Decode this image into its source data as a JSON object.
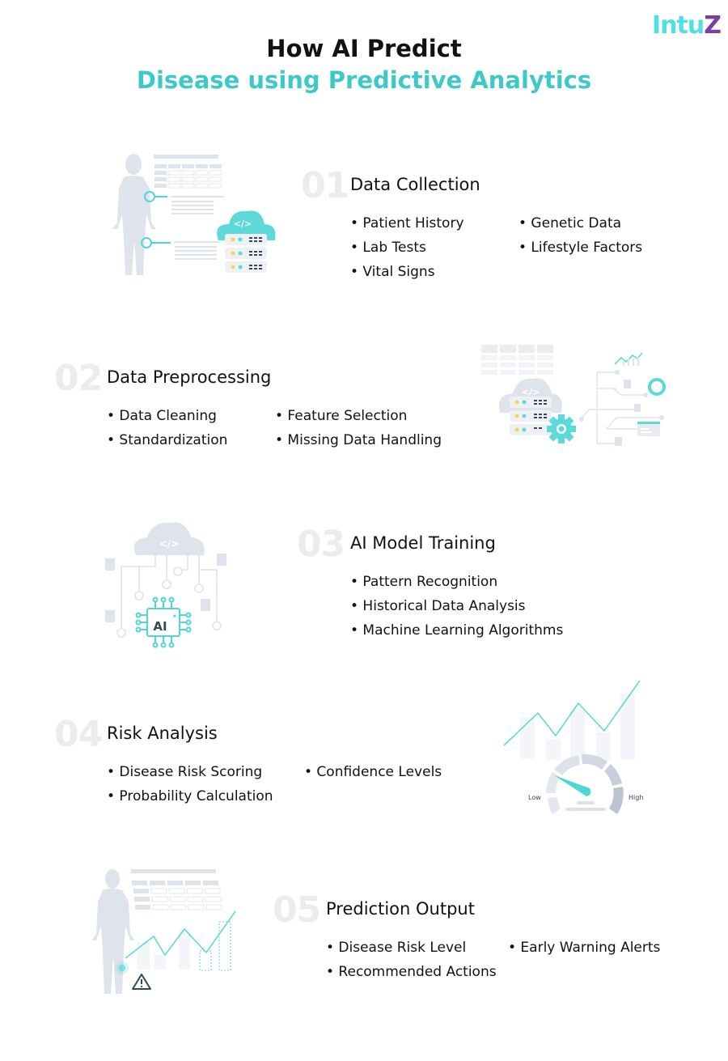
{
  "brand": {
    "logo_text_main": "Intu",
    "logo_text_accent": "Z",
    "primary_color": "#3ec9c9",
    "accent_color": "#7a3fa6"
  },
  "header": {
    "title_line1": "How AI Predict",
    "title_line2": "Disease using Predictive Analytics"
  },
  "steps": [
    {
      "number": "01",
      "title": "Data Collection",
      "bullets": [
        "• Patient History",
        "• Genetic Data",
        "• Lab Tests",
        "• Lifestyle Factors",
        "• Vital Signs"
      ],
      "illustration": "human-body-with-data-cloud-servers"
    },
    {
      "number": "02",
      "title": "Data Preprocessing",
      "bullets": [
        "• Data Cleaning",
        "• Feature Selection",
        "• Standardization",
        "• Missing Data Handling"
      ],
      "illustration": "cloud-servers-gear-data-tree"
    },
    {
      "number": "03",
      "title": "AI Model Training",
      "bullets": [
        "• Pattern Recognition",
        "• Historical Data Analysis",
        "• Machine Learning Algorithms"
      ],
      "illustration": "cloud-ai-chip-network",
      "chip_label": "AI"
    },
    {
      "number": "04",
      "title": "Risk Analysis",
      "bullets": [
        "• Disease Risk Scoring",
        "• Confidence Levels",
        "• Probability Calculation"
      ],
      "illustration": "risk-gauge-with-trend",
      "gauge_low": "Low",
      "gauge_high": "High"
    },
    {
      "number": "05",
      "title": "Prediction Output",
      "bullets": [
        "• Disease Risk Level",
        "• Early Warning Alerts",
        "• Recommended Actions"
      ],
      "illustration": "human-body-with-trend-warning"
    }
  ]
}
